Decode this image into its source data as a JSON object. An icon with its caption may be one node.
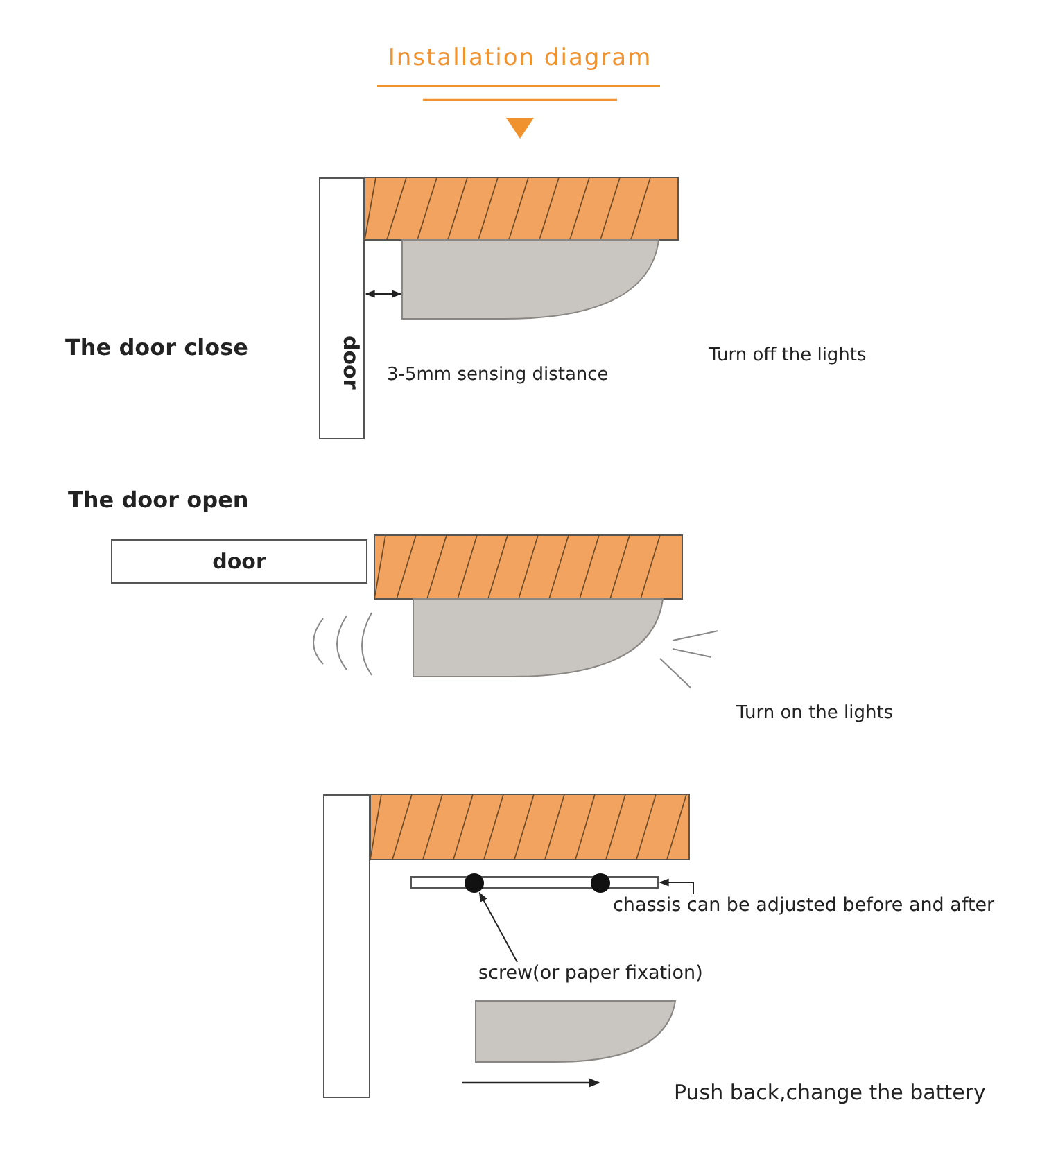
{
  "diagram": {
    "title": "Installation diagram",
    "nodes": [
      {
        "text": [
          "door"
        ]
      },
      {
        "text": [
          "door"
        ]
      },
      {
        "text": [],
        "shape": "box"
      },
      {
        "text": [],
        "shape": "bar"
      },
      {
        "text": [],
        "shape": "circle"
      },
      {
        "text": [],
        "shape": "circle"
      },
      {
        "text": [
          "chassis can be adjusted before and after"
        ]
      },
      {
        "text": [
          "screw(or paper fixation)"
        ]
      }
    ],
    "edges": [
      {
        "from": 6,
        "to": 3,
        "arrow": "to"
      },
      {
        "from": 7,
        "to": 4,
        "arrow": "to"
      }
    ],
    "labels": [
      "The door close",
      "3-5mm sensing distance",
      "Turn off the lights",
      "The door open",
      "Turn on the lights",
      "Push back,change the battery"
    ]
  }
}
